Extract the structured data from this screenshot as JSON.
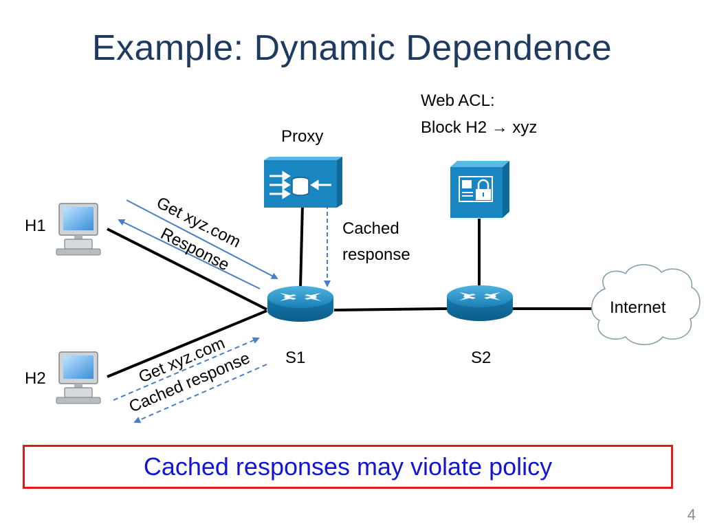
{
  "slide": {
    "title": "Example: Dynamic Dependence",
    "page_number": "4",
    "callout": "Cached responses may violate policy"
  },
  "nodes": {
    "h1": "H1",
    "h2": "H2",
    "s1": "S1",
    "s2": "S2",
    "proxy": "Proxy",
    "internet": "Internet"
  },
  "acl": {
    "line1": "Web ACL:",
    "line2": "Block H2 → xyz"
  },
  "messages": {
    "h1_request": "Get xyz.com",
    "h1_response": "Response",
    "proxy_cached_line1": "Cached",
    "proxy_cached_line2": "response",
    "h2_request": "Get xyz.com",
    "h2_cached": "Cached response"
  },
  "colors": {
    "title": "#1f3a5f",
    "arrow": "#4a7ec4",
    "router": "#1a82b8",
    "callout_border": "#e31a1a",
    "callout_text": "#1414d4"
  }
}
